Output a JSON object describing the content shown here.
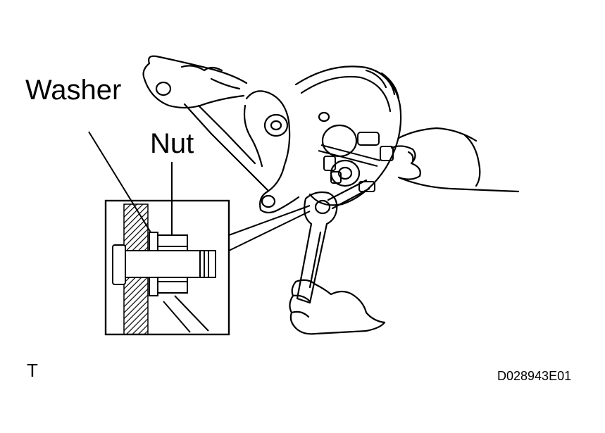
{
  "labels": {
    "washer": "Washer",
    "nut": "Nut",
    "view_marker": "T",
    "figure_code": "D028943E01"
  },
  "colors": {
    "ink": "#000000",
    "paper": "#ffffff"
  }
}
